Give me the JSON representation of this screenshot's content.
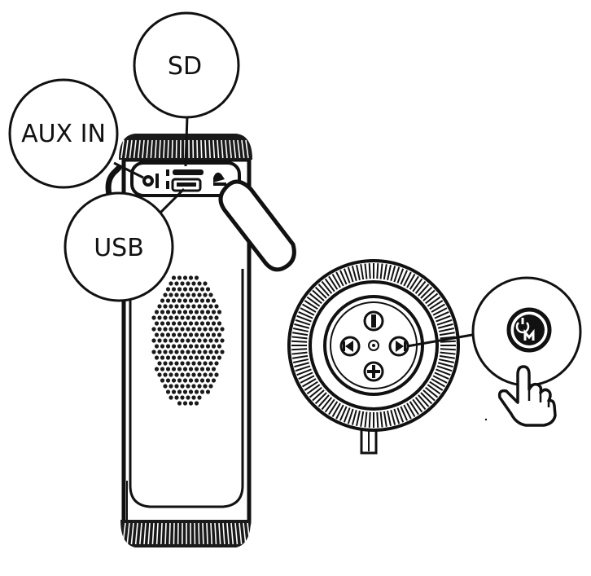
{
  "labels": {
    "sd": "SD",
    "aux_in": "AUX IN",
    "usb": "USB"
  },
  "colors": {
    "ink": "#111111",
    "grille": "#1a1a1a",
    "paper": "#ffffff"
  },
  "icons": {
    "power_mode": "power-mode-icon",
    "pointing_hand": "pointing-hand-icon",
    "play_pause": "play-pause-icon",
    "volume_plus": "plus-icon",
    "previous": "previous-icon",
    "next": "next-icon",
    "aux_jack": "headphone-jack-icon",
    "usb_port": "usb-port-icon",
    "sd_slot": "sd-slot-icon",
    "charge_port": "charge-port-icon"
  }
}
